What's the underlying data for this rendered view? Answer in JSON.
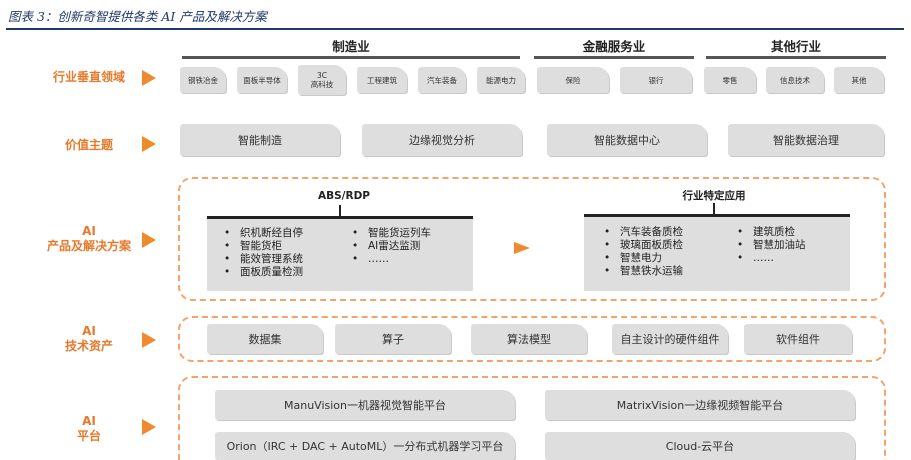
{
  "figure_title": "图表 3：创新奇智提供各类 AI 产品及解决方案",
  "groups": [
    {
      "label": "制造业"
    },
    {
      "label": "金融服务业"
    },
    {
      "label": "其他行业"
    }
  ],
  "rows": [
    {
      "label": "行业垂直领域"
    },
    {
      "label": "价值主题"
    },
    {
      "label": "AI\n产品及解决方案"
    },
    {
      "label": "AI\n技术资产"
    },
    {
      "label": "AI\n平台"
    }
  ],
  "industries": [
    "钢铁冶金",
    "面板半导体",
    "3C\n高科技",
    "工程建筑",
    "汽车装备",
    "能源电力",
    "保险",
    "银行",
    "零售",
    "信息技术",
    "其他"
  ],
  "value_themes": [
    "智能制造",
    "边缘视觉分析",
    "智能数据中心",
    "智能数据治理"
  ],
  "solutions": {
    "abs_title": "ABS/RDP",
    "abs_col1": [
      "织机断经自停",
      "智能货柜",
      "能效管理系统",
      "面板质量检测"
    ],
    "abs_col2": [
      "智能货运列车",
      "AI雷达监测",
      "……"
    ],
    "industry_title": "行业特定应用",
    "ind_col1": [
      "汽车装备质检",
      "玻璃面板质检",
      "智慧电力",
      "智慧铁水运输"
    ],
    "ind_col2": [
      "建筑质检",
      "智慧加油站",
      "……"
    ]
  },
  "tech_assets": [
    "数据集",
    "算子",
    "算法模型",
    "自主设计的硬件组件",
    "软件组件"
  ],
  "platforms": [
    "ManuVision一机器视觉智能平台",
    "MatrixVision一边缘视频智能平台",
    "Orion（IRC + DAC + AutoML）一分布式机器学习平台",
    "Cloud-云平台"
  ]
}
